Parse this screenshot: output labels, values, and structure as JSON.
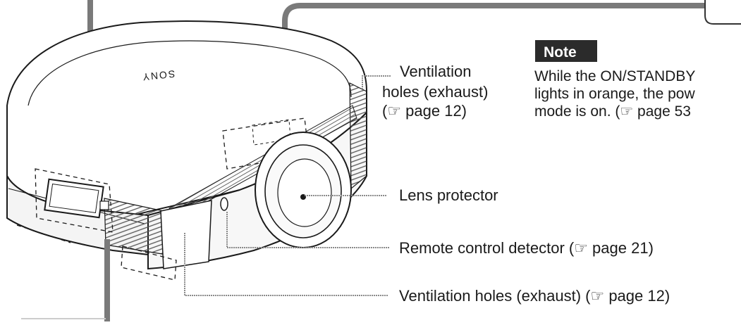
{
  "device": {
    "brand_label": "SONY"
  },
  "note": {
    "heading": "Note",
    "lines": [
      "While the ON/STANDBY",
      "lights in orange, the pow",
      "mode is on. (☞ page 53"
    ]
  },
  "callouts": {
    "vent_top": {
      "lines": [
        "Ventilation",
        "holes (exhaust)",
        "(☞ page 12)"
      ]
    },
    "lens_protector": {
      "text": "Lens protector"
    },
    "remote_detector": {
      "text": "Remote control detector (☞ page 21)"
    },
    "vent_bottom": {
      "text": "Ventilation holes (exhaust) (☞ page 12)"
    }
  },
  "colors": {
    "ink": "#1a1a1a",
    "body_fill": "#ffffff",
    "lead_gray": "#6e6e6e",
    "note_bg": "#2b2b2b",
    "note_text": "#ffffff"
  }
}
